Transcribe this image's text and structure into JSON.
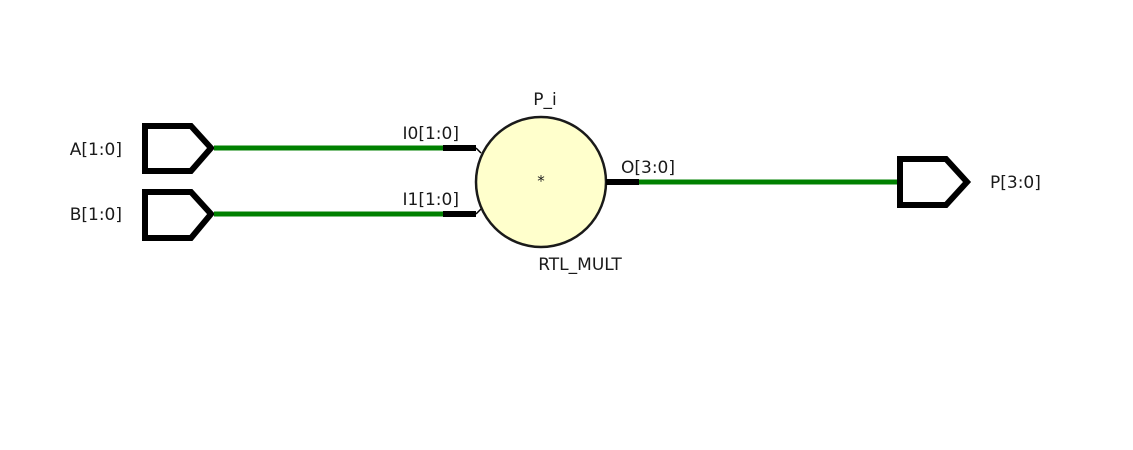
{
  "ports": {
    "input_a": {
      "label": "A[1:0]"
    },
    "input_b": {
      "label": "B[1:0]"
    },
    "output_p": {
      "label": "P[3:0]"
    }
  },
  "cell": {
    "instance_name": "P_i",
    "cell_type": "RTL_MULT",
    "operator_symbol": "*",
    "pin_i0": "I0[1:0]",
    "pin_i1": "I1[1:0]",
    "pin_o": "O[3:0]"
  },
  "colors": {
    "net": "#008000",
    "cell_fill": "#ffffcc",
    "outline": "#000000",
    "background": "#ffffff"
  }
}
